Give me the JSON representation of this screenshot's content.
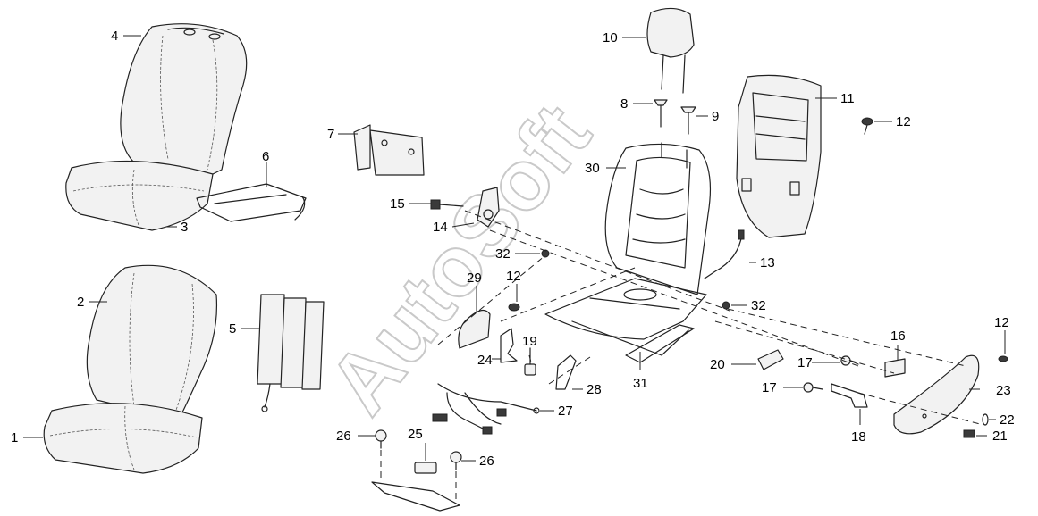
{
  "watermark": "AutoSoft",
  "callouts": {
    "n1": "1",
    "n2": "2",
    "n3": "3",
    "n4": "4",
    "n5": "5",
    "n6": "6",
    "n7": "7",
    "n8": "8",
    "n9": "9",
    "n10": "10",
    "n11": "11",
    "n12": "12",
    "n13": "13",
    "n14": "14",
    "n15": "15",
    "n16": "16",
    "n17": "17",
    "n18": "18",
    "n19": "19",
    "n20": "20",
    "n21": "21",
    "n22": "22",
    "n23": "23",
    "n24": "24",
    "n25": "25",
    "n26": "26",
    "n27": "27",
    "n28": "28",
    "n29": "29",
    "n30": "30",
    "n31": "31",
    "n32": "32"
  }
}
